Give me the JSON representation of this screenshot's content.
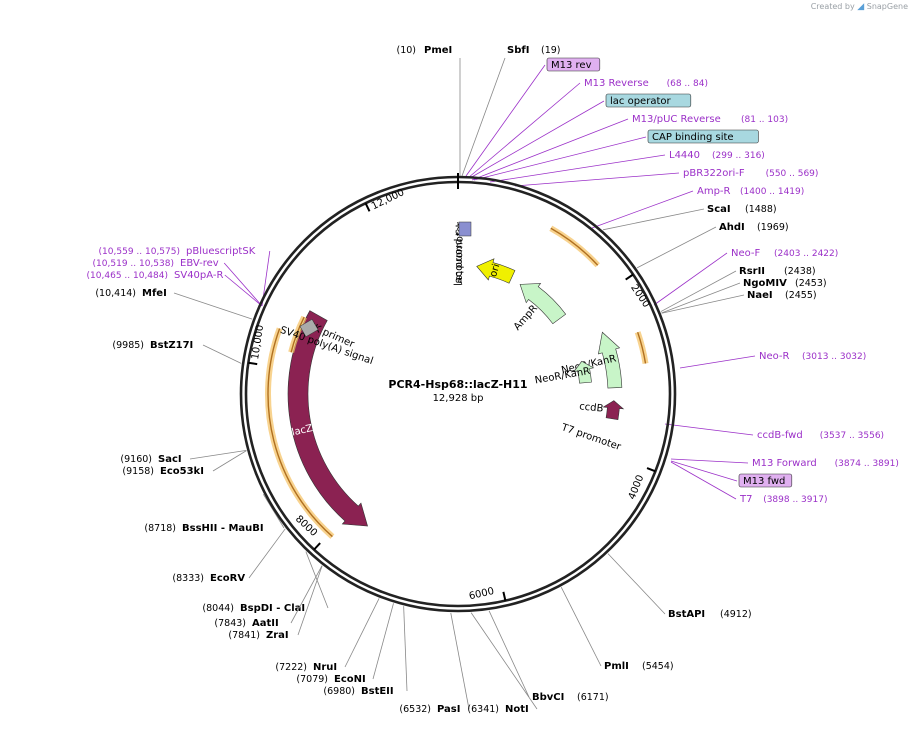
{
  "branding": {
    "prefix": "Created by",
    "logo": "SnapGene"
  },
  "plasmid": {
    "name": "PCR4-Hsp68::lacZ-H11",
    "length_label": "12,928 bp",
    "length": 12928
  },
  "colors": {
    "primer": "#9b30c8",
    "enzyme": "#000000",
    "backbone": "#222222",
    "ori": "#f0f000",
    "ampr": "#c8f5c8",
    "lacz": "#8b2252",
    "ccdb": "#8b2252",
    "feature_box_blue": "#a8d8e0",
    "feature_box_purple": "#e0b0f0"
  },
  "ticks": [
    {
      "label": "2000",
      "pos": 2000
    },
    {
      "label": "4000",
      "pos": 4000
    },
    {
      "label": "6000",
      "pos": 6000
    },
    {
      "label": "8000",
      "pos": 8000
    },
    {
      "label": "10,000",
      "pos": 10000
    },
    {
      "label": "12,000",
      "pos": 12000
    }
  ],
  "features": [
    {
      "name": "ori",
      "start": 300,
      "end": 889,
      "strand": -1,
      "kind": "ori",
      "label": "ori",
      "label_inside": true
    },
    {
      "name": "AmpR",
      "start": 1060,
      "end": 1920,
      "strand": -1,
      "kind": "ampr",
      "label": "AmpR",
      "label_inside": false
    },
    {
      "name": "NeoR/KanR-1",
      "start": 2400,
      "end": 3150,
      "strand": -1,
      "kind": "ampr",
      "label": "NeoR/KanR",
      "label_inside": false
    },
    {
      "name": "NeoR/KanR-2",
      "start": 2700,
      "end": 3050,
      "strand": -1,
      "kind": "ampr",
      "label": "NeoR/KanR",
      "label_inside": false
    },
    {
      "name": "ccdB",
      "start": 3320,
      "end": 3560,
      "strand": -1,
      "kind": "ccdb",
      "label": "ccdB",
      "label_inside": false
    },
    {
      "name": "lacZ",
      "start": 7700,
      "end": 10750,
      "strand": -1,
      "kind": "lacz",
      "label": "lacZ",
      "label_inside": true
    }
  ],
  "regulatory": [
    {
      "label": "T3 promoter",
      "pos": 12900
    },
    {
      "label": "lac promoter",
      "pos": 60
    },
    {
      "label": "T7 promoter",
      "pos": 3920
    },
    {
      "label": "SK primer",
      "pos": 10550
    },
    {
      "label": "SV40 poly(A) signal",
      "pos": 10380
    }
  ],
  "enzymes": [
    {
      "pos_label": "(10)",
      "name": "PmeI",
      "pos": 10
    },
    {
      "name": "SbfI",
      "pos_label": "(19)",
      "pos": 19
    },
    {
      "name": "ScaI",
      "pos_label": "(1488)",
      "pos": 1488
    },
    {
      "name": "AhdI",
      "pos_label": "(1969)",
      "pos": 1969
    },
    {
      "name": "RsrII",
      "pos_label": "(2438)",
      "pos": 2438
    },
    {
      "name": "NgoMIV",
      "pos_label": "(2453)",
      "pos": 2453
    },
    {
      "name": "NaeI",
      "pos_label": "(2455)",
      "pos": 2455
    },
    {
      "name": "BstAPI",
      "pos_label": "(4912)",
      "pos": 4912
    },
    {
      "name": "PmlI",
      "pos_label": "(5454)",
      "pos": 5454
    },
    {
      "name": "BbvCI",
      "pos_label": "(6171)",
      "pos": 6171
    },
    {
      "name": "NotI",
      "pos_label": "(6341)",
      "pos": 6341
    },
    {
      "name": "PasI",
      "pos_label": "(6532)",
      "pos": 6532
    },
    {
      "name": "BstEII",
      "pos_label": "(6980)",
      "pos": 6980
    },
    {
      "name": "EcoNI",
      "pos_label": "(7079)",
      "pos": 7079
    },
    {
      "name": "NruI",
      "pos_label": "(7222)",
      "pos": 7222
    },
    {
      "name": "ZraI",
      "pos_label": "(7841)",
      "pos": 7841
    },
    {
      "name": "AatII",
      "pos_label": "(7843)",
      "pos": 7843
    },
    {
      "name": "BspDI - ClaI",
      "pos_label": "(8044)",
      "pos": 8044
    },
    {
      "name": "EcoRV",
      "pos_label": "(8333)",
      "pos": 8333
    },
    {
      "name": "BssHII - MauBI",
      "pos_label": "(8718)",
      "pos": 8718
    },
    {
      "name": "Eco53kI",
      "pos_label": "(9158)",
      "pos": 9158
    },
    {
      "name": "SacI",
      "pos_label": "(9160)",
      "pos": 9160
    },
    {
      "name": "BstZ17I",
      "pos_label": "(9985)",
      "pos": 9985
    },
    {
      "name": "MfeI",
      "pos_label": "(10,414)",
      "pos": 10414
    }
  ],
  "primers": [
    {
      "name": "M13 rev",
      "boxed": "purple"
    },
    {
      "name": "M13 Reverse",
      "range": "(68 .. 84)"
    },
    {
      "name": "lac operator",
      "boxed": "blue"
    },
    {
      "name": "M13/pUC Reverse",
      "range": "(81 .. 103)"
    },
    {
      "name": "CAP binding site",
      "boxed": "blue"
    },
    {
      "name": "L4440",
      "range": "(299 .. 316)"
    },
    {
      "name": "pBR322ori-F",
      "range": "(550 .. 569)"
    },
    {
      "name": "Amp-R",
      "range": "(1400 .. 1419)"
    },
    {
      "name": "Neo-F",
      "range": "(2403 .. 2422)"
    },
    {
      "name": "Neo-R",
      "range": "(3013 .. 3032)"
    },
    {
      "name": "ccdB-fwd",
      "range": "(3537 .. 3556)"
    },
    {
      "name": "M13 Forward",
      "range": "(3874 .. 3891)"
    },
    {
      "name": "M13 fwd",
      "boxed": "purple"
    },
    {
      "name": "T7",
      "range": "(3898 .. 3917)"
    },
    {
      "name": "pBluescriptSK",
      "range": "(10,559 .. 10,575)"
    },
    {
      "name": "EBV-rev",
      "range": "(10,519 .. 10,538)"
    },
    {
      "name": "SV40pA-R",
      "range": "(10,465 .. 10,484)"
    }
  ]
}
